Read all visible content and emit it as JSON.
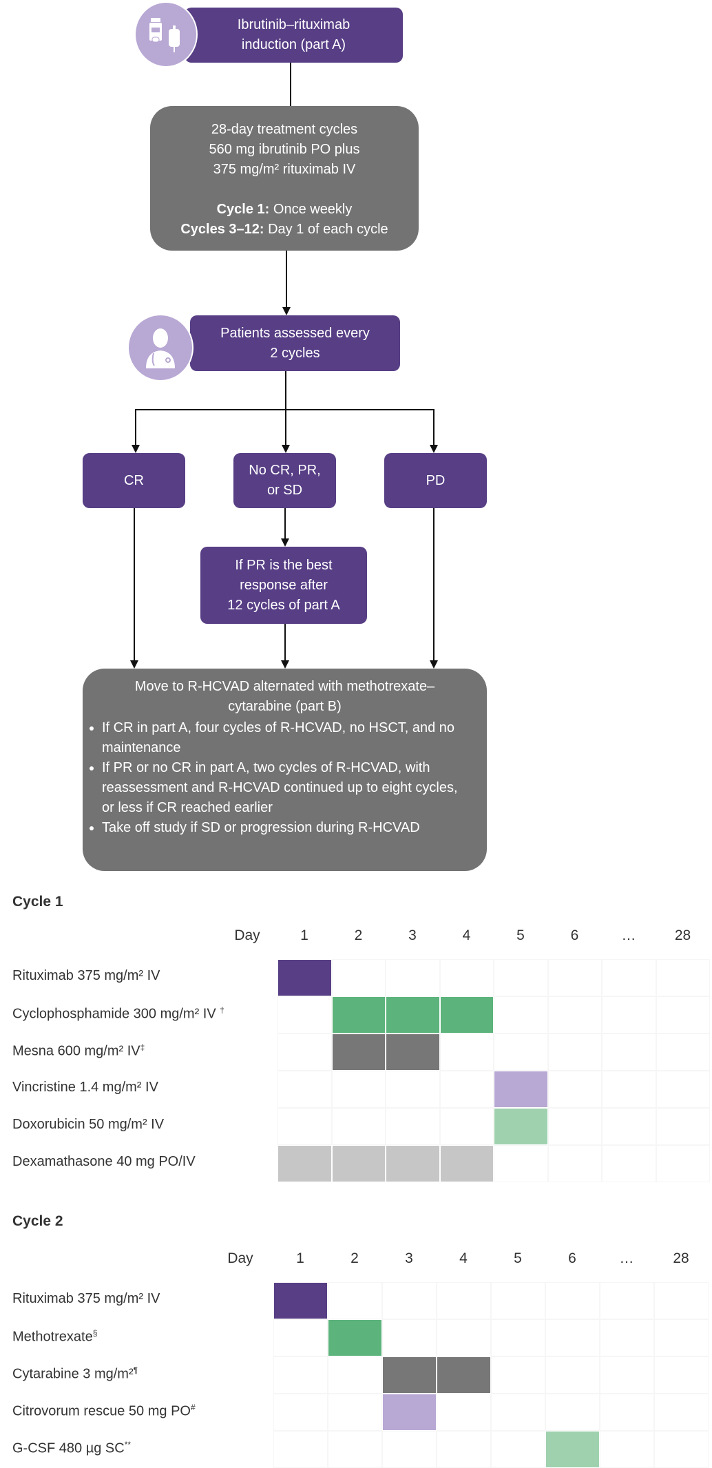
{
  "flow": {
    "induction": {
      "line1": "Ibrutinib–rituximab",
      "line2": "induction (part A)",
      "icon": "pill-bottle-iv-bag-icon"
    },
    "treatment": {
      "lines": [
        "28-day treatment cycles",
        "560 mg  ibrutinib PO plus",
        "375 mg/m² rituximab IV"
      ],
      "cycle1_label": "Cycle 1:",
      "cycle1_text": " Once weekly",
      "cycles312_label": "Cycles 3–12:",
      "cycles312_text": " Day 1 of  each cycle"
    },
    "assessment": {
      "line1": "Patients assessed every",
      "line2": "2 cycles",
      "icon": "doctor-icon"
    },
    "outcomes": {
      "cr": "CR",
      "no_cr": {
        "line1": "No CR, PR,",
        "line2": "or SD"
      },
      "pd": "PD"
    },
    "pr_box": {
      "line1": "If PR is the best",
      "line2": "response after",
      "line3": "12 cycles of part A"
    },
    "part_b": {
      "title": "Move to R-HCVAD alternated with methotrexate–cytarabine (part B)",
      "bullets": [
        "If CR in part A, four cycles of R-HCVAD, no HSCT, and no maintenance",
        "If PR or no CR in part A, two cycles of R-HCVAD, with reassessment and R-HCVAD continued up to eight cycles, or less if CR reached earlier",
        "Take off study if SD or progression during R-HCVAD"
      ]
    }
  },
  "colors": {
    "purple": "#573e85",
    "green": "#5cb37b",
    "gray": "#777777",
    "lavender": "#b8a8d4",
    "lightgreen": "#9fd1af",
    "lightgray": "#c6c6c6",
    "box_gray": "#737373"
  },
  "chart_data": [
    {
      "type": "table",
      "title": "Cycle 1",
      "day_label": "Day",
      "days": [
        "1",
        "2",
        "3",
        "4",
        "5",
        "6",
        "…",
        "28"
      ],
      "rows": [
        {
          "label": "Rituximab 375 mg/m² IV",
          "sup": "",
          "filled": [
            1
          ],
          "color": "#573e85"
        },
        {
          "label": "Cyclophosphamide 300 mg/m² IV ",
          "sup": "†",
          "filled": [
            2,
            3,
            4
          ],
          "color": "#5cb37b"
        },
        {
          "label": "Mesna 600 mg/m² IV",
          "sup": "‡",
          "filled": [
            2,
            3
          ],
          "color": "#777777"
        },
        {
          "label": "Vincristine 1.4 mg/m² IV",
          "sup": "",
          "filled": [
            5
          ],
          "color": "#b8a8d4"
        },
        {
          "label": "Doxorubicin 50 mg/m² IV",
          "sup": "",
          "filled": [
            5
          ],
          "color": "#9fd1af"
        },
        {
          "label": "Dexamathasone 40 mg PO/IV",
          "sup": "",
          "filled": [
            1,
            2,
            3,
            4
          ],
          "color": "#c6c6c6"
        }
      ]
    },
    {
      "type": "table",
      "title": "Cycle 2",
      "day_label": "Day",
      "days": [
        "1",
        "2",
        "3",
        "4",
        "5",
        "6",
        "…",
        "28"
      ],
      "rows": [
        {
          "label": "Rituximab 375 mg/m² IV",
          "sup": "",
          "filled": [
            1
          ],
          "color": "#573e85"
        },
        {
          "label": "Methotrexate",
          "sup": "§",
          "filled": [
            2
          ],
          "color": "#5cb37b"
        },
        {
          "label": "Cytarabine 3 mg/m²",
          "sup": "¶",
          "filled": [
            3,
            4
          ],
          "color": "#777777"
        },
        {
          "label": "Citrovorum rescue 50 mg PO",
          "sup": "#",
          "filled": [
            3
          ],
          "color": "#b8a8d4"
        },
        {
          "label": "G-CSF 480 µg SC",
          "sup": "**",
          "filled": [
            6
          ],
          "color": "#9fd1af"
        }
      ]
    }
  ]
}
